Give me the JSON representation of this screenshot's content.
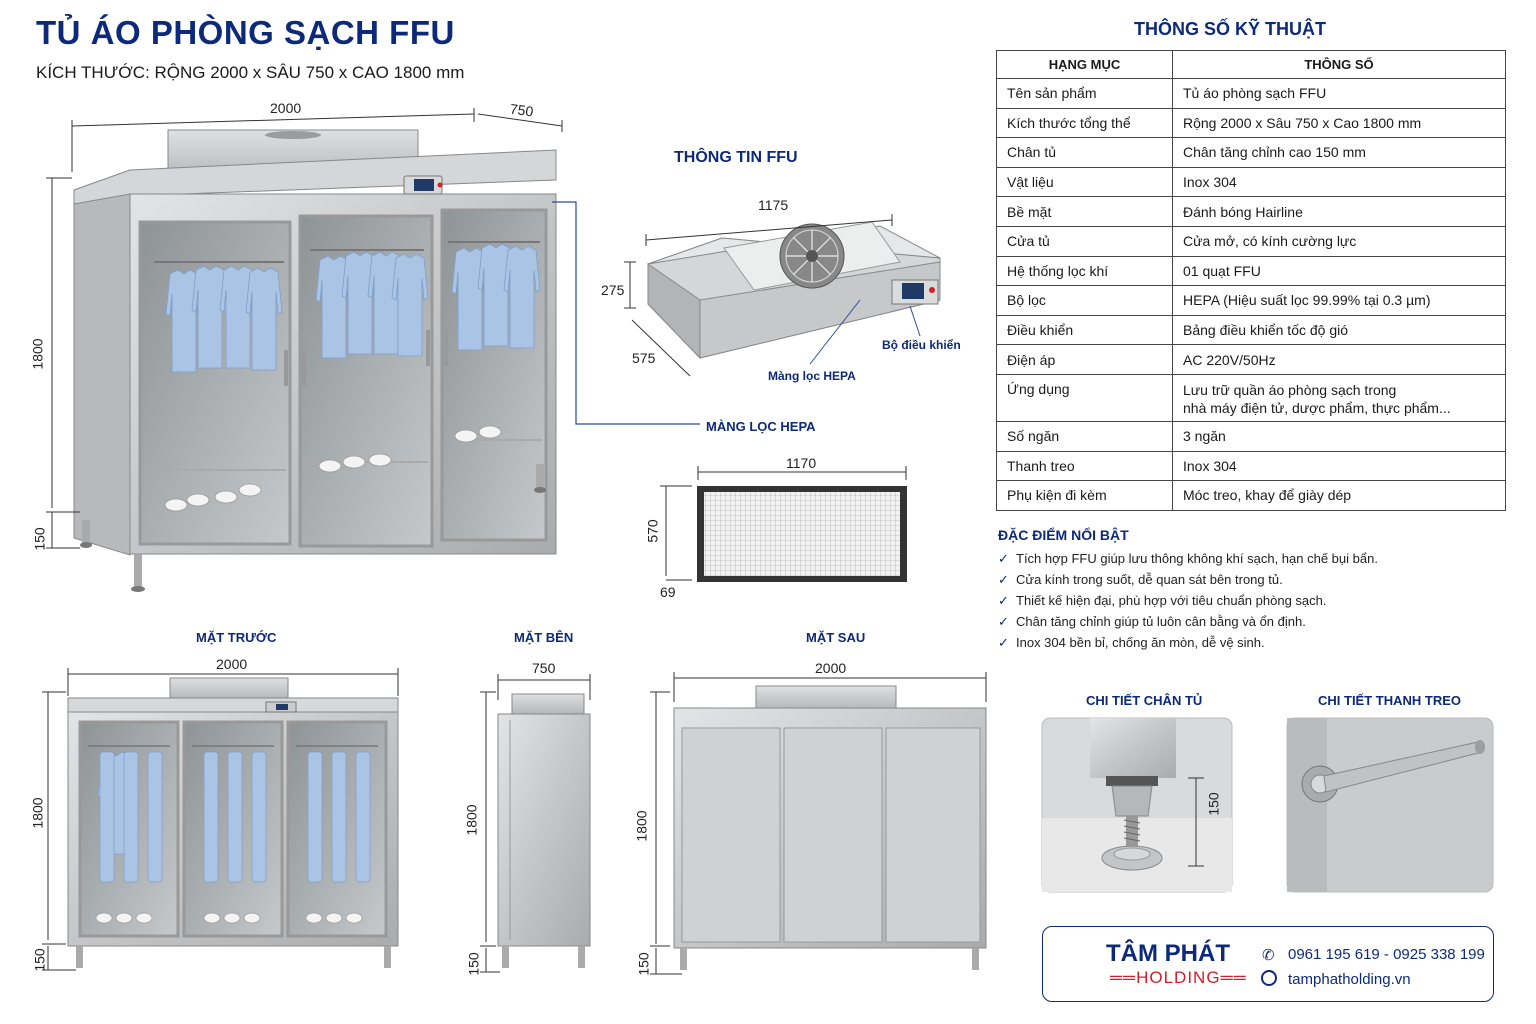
{
  "header": {
    "title": "TỦ ÁO PHÒNG SẠCH FFU",
    "subtitle": "KÍCH THƯỚC: RỘNG 2000 x SÂU 750 x CAO 1800 mm"
  },
  "main_view": {
    "width": "2000",
    "depth": "750",
    "height": "1800",
    "leg": "150"
  },
  "ffu": {
    "title": "THÔNG TIN FFU",
    "length": "1175",
    "height": "275",
    "depth": "575",
    "hepa_label": "Màng lọc HEPA",
    "controller_label": "Bộ điều khiển"
  },
  "hepa": {
    "title": "MÀNG LỌC HEPA",
    "width": "1170",
    "height": "570",
    "thickness": "69"
  },
  "views": {
    "front": {
      "title": "MẶT TRƯỚC",
      "width": "2000",
      "height": "1800",
      "leg": "150"
    },
    "side": {
      "title": "MẶT BÊN",
      "width": "750",
      "height": "1800",
      "leg": "150"
    },
    "back": {
      "title": "MẶT SAU",
      "width": "2000",
      "height": "1800",
      "leg": "150"
    }
  },
  "spec": {
    "title": "THÔNG SỐ KỸ THUẬT",
    "headers": [
      "HẠNG MỤC",
      "THÔNG SỐ"
    ],
    "rows": [
      [
        "Tên sản phẩm",
        "Tủ áo phòng sạch FFU"
      ],
      [
        "Kích thước tổng thể",
        "Rộng 2000 x Sâu 750 x Cao 1800 mm"
      ],
      [
        "Chân tủ",
        "Chân tăng chỉnh cao 150 mm"
      ],
      [
        "Vật liệu",
        "Inox 304"
      ],
      [
        "Bề mặt",
        "Đánh bóng Hairline"
      ],
      [
        "Cửa tủ",
        "Cửa mở, có kính cường lực"
      ],
      [
        "Hệ thống lọc khí",
        "01 quạt FFU"
      ],
      [
        "Bộ lọc",
        "HEPA (Hiệu suất lọc 99.99% tại 0.3 µm)"
      ],
      [
        "Điều khiển",
        "Bảng điều khiển tốc độ gió"
      ],
      [
        "Điện áp",
        "AC 220V/50Hz"
      ],
      [
        "Ứng dụng",
        "Lưu trữ quần áo phòng sạch trong"
      ],
      [
        "Số ngăn",
        "3 ngăn"
      ],
      [
        "Thanh treo",
        "Inox 304"
      ],
      [
        "Phụ kiện đi kèm",
        "Móc treo, khay để giày dép"
      ]
    ],
    "application_line2": "nhà máy điện tử, dược phẩm, thực phẩm..."
  },
  "features": {
    "title": "ĐẶC ĐIỂM NỔI BẬT",
    "items": [
      "Tích hợp FFU giúp lưu thông không khí sạch, hạn chế bụi bẩn.",
      "Cửa kính trong suốt, dễ quan sát bên trong tủ.",
      "Thiết kế hiện đại, phù hợp với tiêu chuẩn phòng sạch.",
      "Chân tăng chỉnh giúp tủ luôn cân bằng và ổn định.",
      "Inox 304 bền bỉ, chống ăn mòn, dễ vệ sinh."
    ]
  },
  "details": {
    "leg_title": "CHI TIẾT CHÂN TỦ",
    "leg_dim": "150",
    "rail_title": "CHI TIẾT THANH TREO"
  },
  "contact": {
    "brand_top": "TÂM PHÁT",
    "brand_bottom": "HOLDING",
    "phone": "0961 195 619 - 0925 338 199",
    "website": "tamphatholding.vn"
  },
  "colors": {
    "brand": "#0d2a7a",
    "accent": "#d0202a",
    "steel": "#c8cacc",
    "garment": "#a9c4e4"
  }
}
